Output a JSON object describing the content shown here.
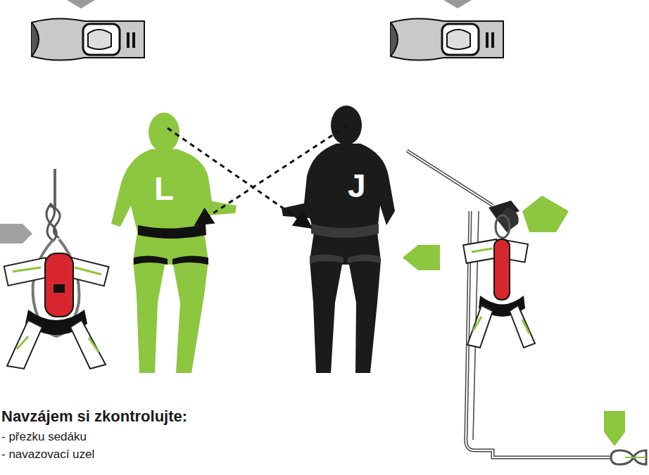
{
  "diagram": {
    "title": "Navzájem si zkontrolujte:",
    "labels": [
      "L",
      "J",
      "- přezku sedáku",
      "- navazovací uzel"
    ]
  }
}
